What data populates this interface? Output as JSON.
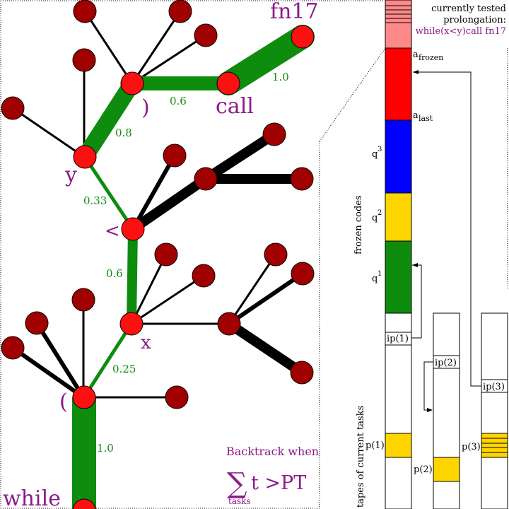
{
  "tree": {
    "tokens": {
      "while": "while",
      "open_paren": "(",
      "x": "x",
      "less_than": "<",
      "y": "y",
      "close_paren": ")",
      "call": "call",
      "fn17": "fn17"
    },
    "edge_probabilities": {
      "while_open": "1.0",
      "open_x": "0.25",
      "x_lt": "0.6",
      "lt_y": "0.33",
      "y_close": "0.8",
      "close_call": "0.6",
      "call_fn17": "1.0"
    },
    "backtrack": {
      "text": "Backtrack when",
      "sum_symbol": "∑",
      "formula": "t >PT",
      "subscript": "tasks"
    }
  },
  "right_panel": {
    "header_line1": "currently tested",
    "header_line2": "prolongation:",
    "prolongation": "while(x<y)call fn17",
    "a_frozen": {
      "base": "a",
      "sub": "frozen"
    },
    "a_last": {
      "base": "a",
      "sub": "last"
    },
    "frozen_codes_label": "frozen codes",
    "tapes_label": "tapes of current tasks",
    "q_labels": [
      {
        "base": "q",
        "sup": "3"
      },
      {
        "base": "q",
        "sup": "2"
      },
      {
        "base": "q",
        "sup": "1"
      }
    ],
    "ip_labels": [
      "ip(1)",
      "ip(2)",
      "ip(3)"
    ],
    "p_labels": [
      "p(1)",
      "p(2)",
      "p(3)"
    ]
  },
  "colors": {
    "path_green": "#0e8c0e",
    "node_red": "#ff0000",
    "node_dark": "#a00000",
    "token_purple": "#8b1a8b",
    "q3_blue": "#0000ff",
    "q2_yellow": "#ffd500",
    "q1_green": "#0e8c0e",
    "prolongation_pink": "#ff8888"
  }
}
